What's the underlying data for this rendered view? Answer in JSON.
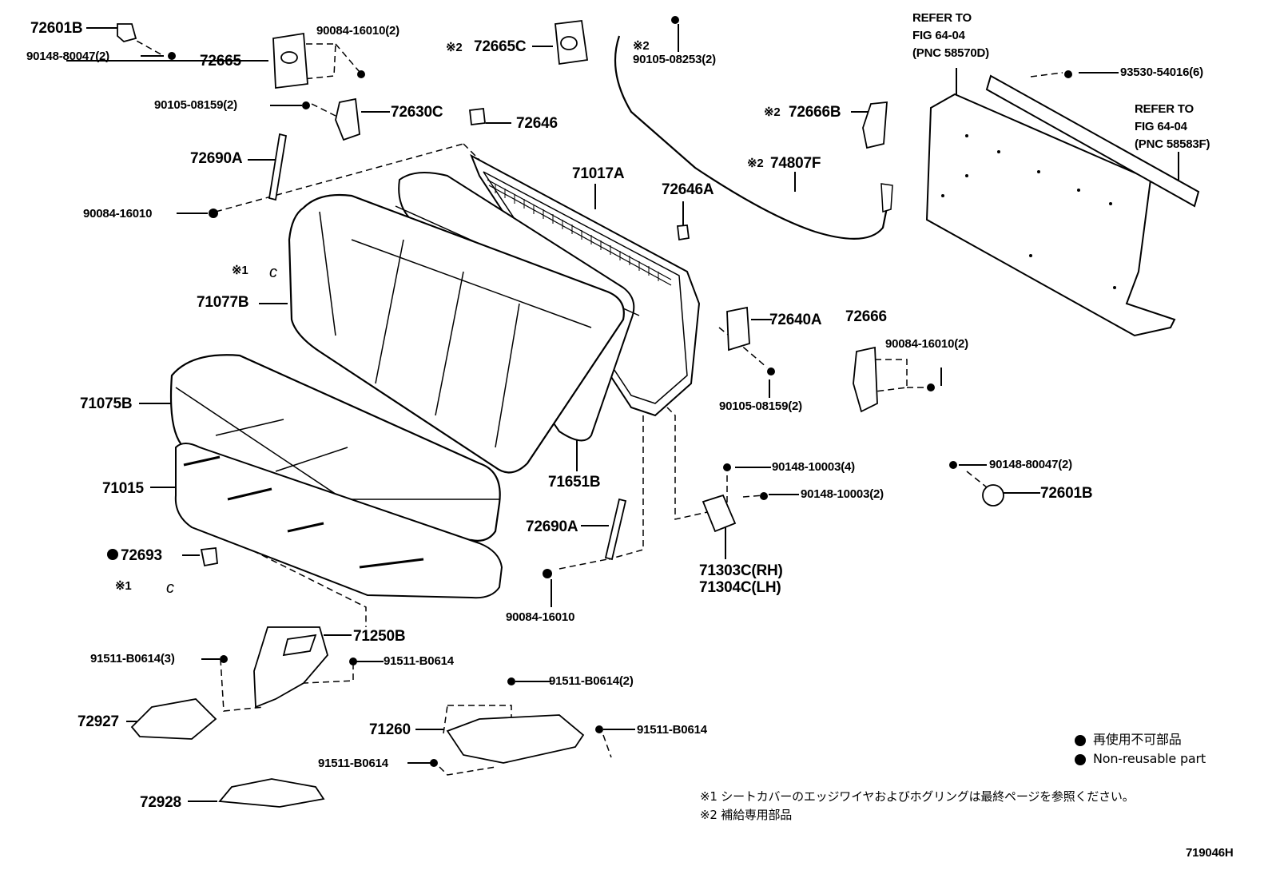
{
  "labels": {
    "p72601B_tl": "72601B",
    "p90148_80047_tl": "90148-80047(2)",
    "p72665": "72665",
    "p90084_16010_2_tl": "90084-16010(2)",
    "p90105_08159_2_tl": "90105-08159(2)",
    "p72630C": "72630C",
    "p72690A_top": "72690A",
    "p90084_16010_left": "90084-16010",
    "p72665C": "72665C",
    "p90105_08253": "90105-08253(2)",
    "p72646": "72646",
    "p71017A": "71017A",
    "p72646A": "72646A",
    "p72666B": "72666B",
    "p74807F": "74807F",
    "p93530": "93530-54016(6)",
    "refer1_line1": "REFER TO",
    "refer1_line2": "FIG 64-04",
    "refer1_line3": "(PNC 58570D)",
    "refer2_line1": "REFER TO",
    "refer2_line2": "FIG 64-04",
    "refer2_line3": "(PNC 58583F)",
    "mark1_a": "※1",
    "p71077B": "71077B",
    "p71075B": "71075B",
    "p71015": "71015",
    "p72693": "72693",
    "mark1_b": "※1",
    "p72640A": "72640A",
    "p90105_08159_2_mid": "90105-08159(2)",
    "p72666": "72666",
    "p90084_16010_2_right": "90084-16010(2)",
    "p71651B": "71651B",
    "p72690A_bottom": "72690A",
    "p90084_16010_bottom": "90084-16010",
    "p90148_10003_4": "90148-10003(4)",
    "p90148_10003_2": "90148-10003(2)",
    "p71303C": "71303C(RH)",
    "p71304C": "71304C(LH)",
    "p90148_80047_right": "90148-80047(2)",
    "p72601B_right": "72601B",
    "p71250B": "71250B",
    "p91511_3": "91511-B0614(3)",
    "p91511_a": "91511-B0614",
    "p72927": "72927",
    "p91511_2": "91511-B0614(2)",
    "p71260": "71260",
    "p91511_b": "91511-B0614",
    "p91511_c": "91511-B0614",
    "p72928": "72928",
    "mark2_a": "※2",
    "mark2_b": "※2",
    "mark2_c": "※2",
    "mark2_d": "※2"
  },
  "legend": {
    "item1": "再使用不可部品",
    "item2": "Non-reusable part"
  },
  "notes": {
    "note1": "※1 シートカバーのエッジワイヤおよびホグリングは最終ページを参照ください。",
    "note2": "※2 補給専用部品"
  },
  "figure_id": "719046H"
}
